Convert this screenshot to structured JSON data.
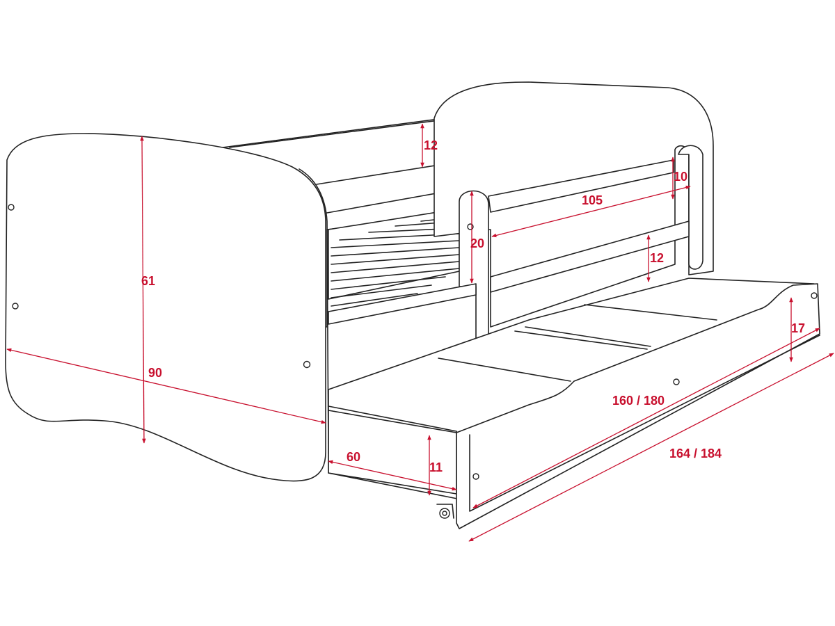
{
  "colors": {
    "dimension": "#c8102e",
    "outline": "#222222",
    "background": "#ffffff"
  },
  "dimensions": {
    "headboard_height": "61",
    "bed_width": "90",
    "rail_top_height": "12",
    "guard_height": "20",
    "guard_length": "105",
    "guard_rail_height": "10",
    "rail_lower_height": "12",
    "drawer_front_height": "17",
    "drawer_inner_length": "160 / 180",
    "drawer_outer_length": "164 / 184",
    "drawer_depth": "60",
    "drawer_bottom_height": "11"
  }
}
